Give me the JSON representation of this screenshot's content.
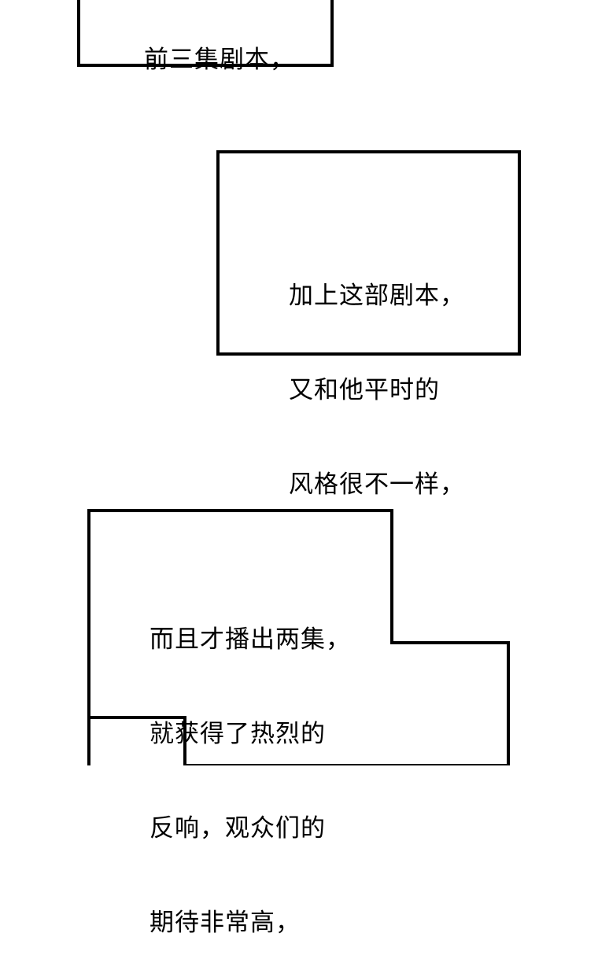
{
  "panels": [
    {
      "lines": [
        "前三集剧本，"
      ]
    },
    {
      "lines": [
        "加上这部剧本，",
        "又和他平时的",
        "风格很不一样，"
      ]
    },
    {
      "lines": [
        "而且才播出两集，",
        "就获得了热烈的",
        "反响，观众们的",
        "期待非常高，"
      ]
    }
  ]
}
